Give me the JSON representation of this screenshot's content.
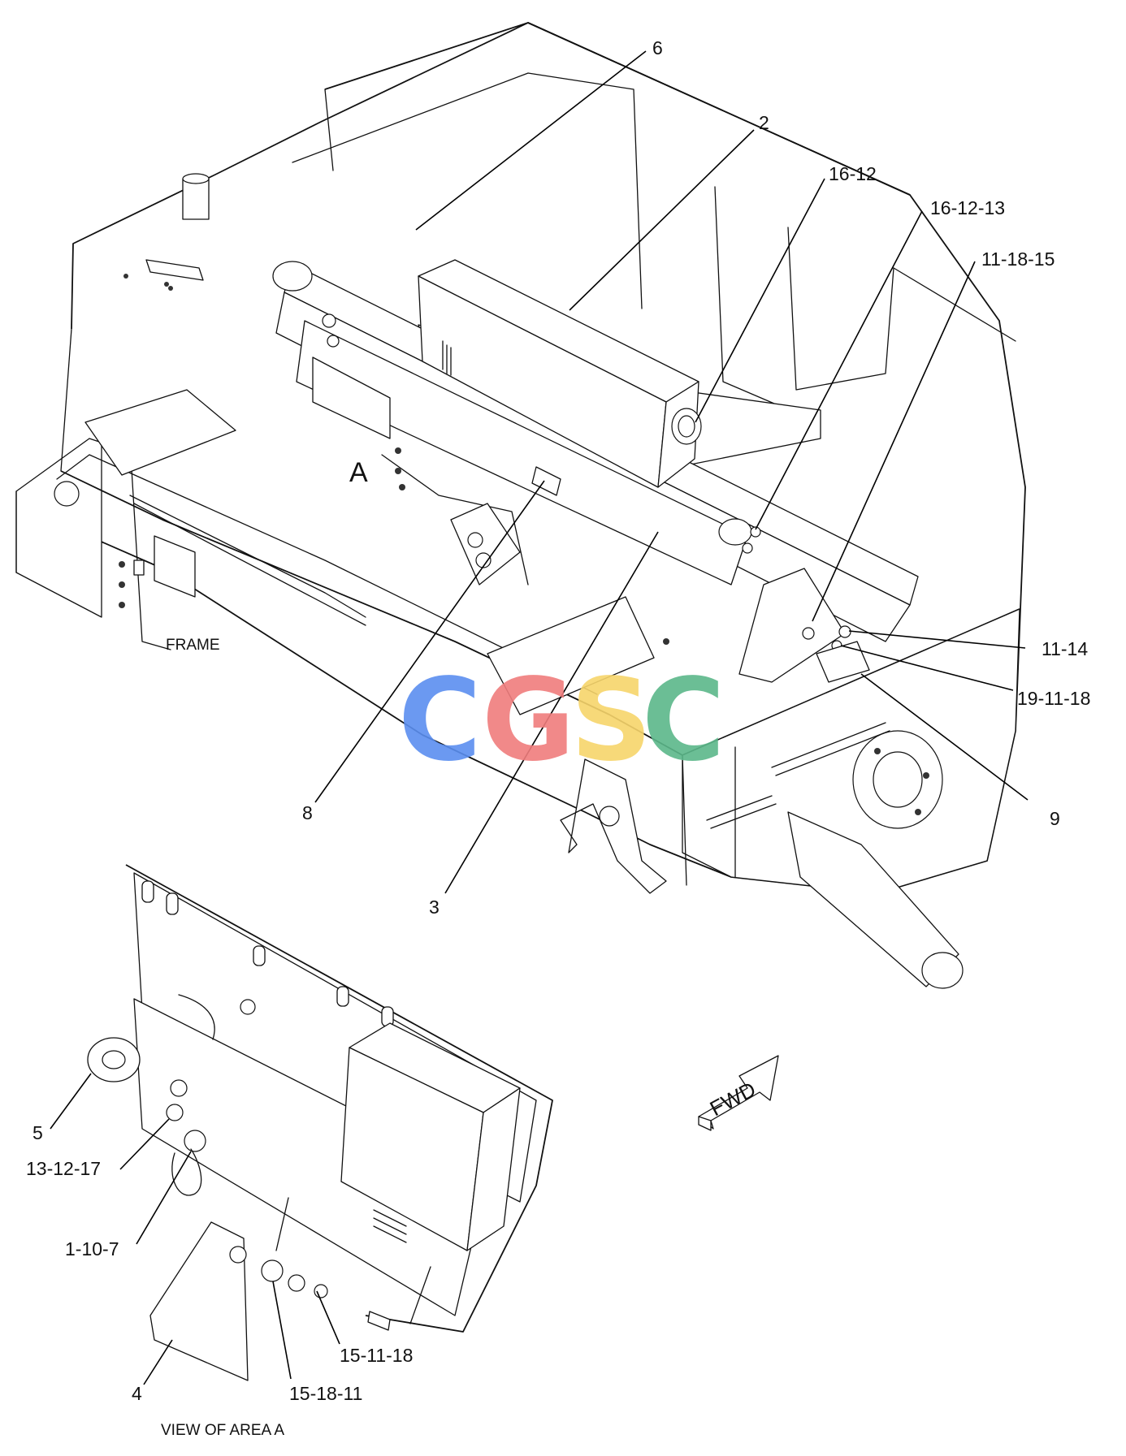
{
  "callouts": {
    "c6": "6",
    "c2": "2",
    "c16_12": "16-12",
    "c16_12_13": "16-12-13",
    "c11_18_15": "11-18-15",
    "c11_14": "11-14",
    "c19_11_18": "19-11-18",
    "c9": "9",
    "c8": "8",
    "c3": "3",
    "c5": "5",
    "c13_12_17": "13-12-17",
    "c1_10_7": "1-10-7",
    "c15_11_18": "15-11-18",
    "c15_18_11": "15-18-11",
    "c4": "4"
  },
  "labels": {
    "area_marker": "A",
    "frame": "FRAME",
    "view_of_area": "VIEW OF AREA A",
    "fwd_arrow": "FWD"
  },
  "watermark": {
    "letters": [
      "C",
      "G",
      "S",
      "C"
    ],
    "colors": [
      "#5b8ff0",
      "#f07d7d",
      "#f7d56b",
      "#5cb88a"
    ]
  }
}
